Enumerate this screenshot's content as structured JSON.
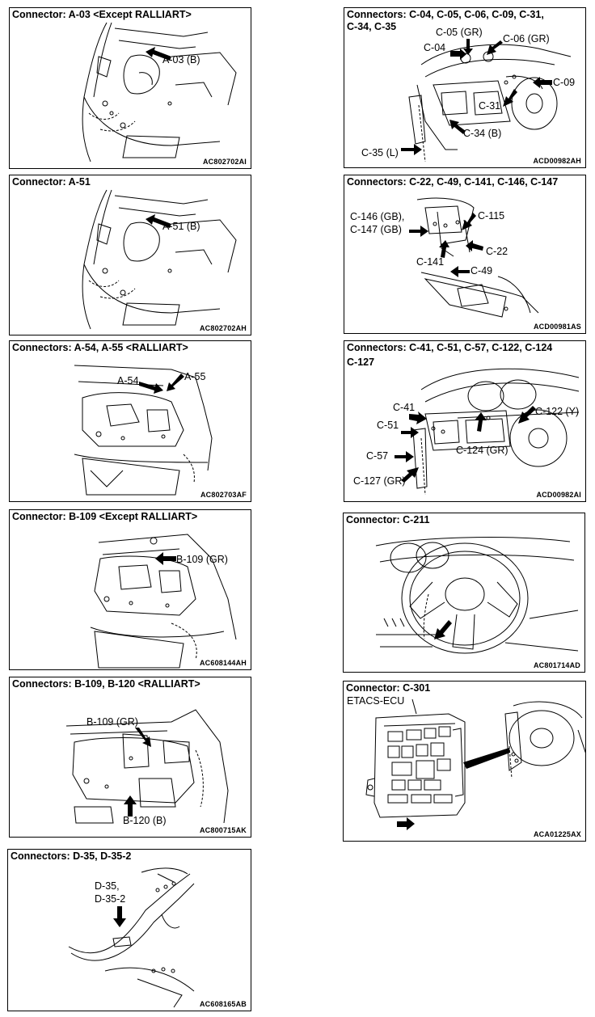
{
  "panels": {
    "a03": {
      "title": "Connector: A-03 <Except RALLIART>",
      "callouts": [
        "A-03 (B)"
      ],
      "figure_code": "AC802702AI"
    },
    "a51": {
      "title": "Connector: A-51",
      "callouts": [
        "A-51 (B)"
      ],
      "figure_code": "AC802702AH"
    },
    "a54": {
      "title": "Connectors: A-54, A-55 <RALLIART>",
      "callouts": [
        "A-54",
        "A-55"
      ],
      "figure_code": "AC802703AF"
    },
    "b109": {
      "title": "Connector: B-109 <Except RALLIART>",
      "callouts": [
        "B-109 (GR)"
      ],
      "figure_code": "AC608144AH"
    },
    "b120": {
      "title": "Connectors: B-109, B-120 <RALLIART>",
      "callouts": [
        "B-109 (GR)",
        "B-120 (B)"
      ],
      "figure_code": "AC800715AK"
    },
    "d35": {
      "title": "Connectors: D-35, D-35-2",
      "callouts": [
        "D-35,",
        "D-35-2"
      ],
      "figure_code": "AC608165AB"
    },
    "c04": {
      "title_line1": "Connectors: C-04, C-05, C-06, C-09, C-31,",
      "title_line2": "C-34, C-35",
      "callouts": [
        "C-05 (GR)",
        "C-06 (GR)",
        "C-04",
        "C-09",
        "C-31",
        "C-34 (B)",
        "C-35 (L)"
      ],
      "figure_code": "ACD00982AH"
    },
    "c22": {
      "title": "Connectors: C-22, C-49, C-141, C-146, C-147",
      "callouts": [
        "C-146 (GB),",
        "C-147 (GB)",
        "C-115",
        "C-22",
        "C-141",
        "C-49"
      ],
      "figure_code": "ACD00981AS"
    },
    "c41": {
      "title_line1": "Connectors: C-41, C-51, C-57, C-122, C-124",
      "title_line2": "C-127",
      "callouts": [
        "C-41",
        "C-51",
        "C-122 (Y)",
        "C-124 (GR)",
        "C-57",
        "C-127 (GR)"
      ],
      "figure_code": "ACD00982AI"
    },
    "c211": {
      "title": "Connector: C-211",
      "figure_code": "AC801714AD"
    },
    "c301": {
      "title": "Connector: C-301",
      "subtitle": "ETACS-ECU",
      "figure_code": "ACA01225AX"
    }
  }
}
